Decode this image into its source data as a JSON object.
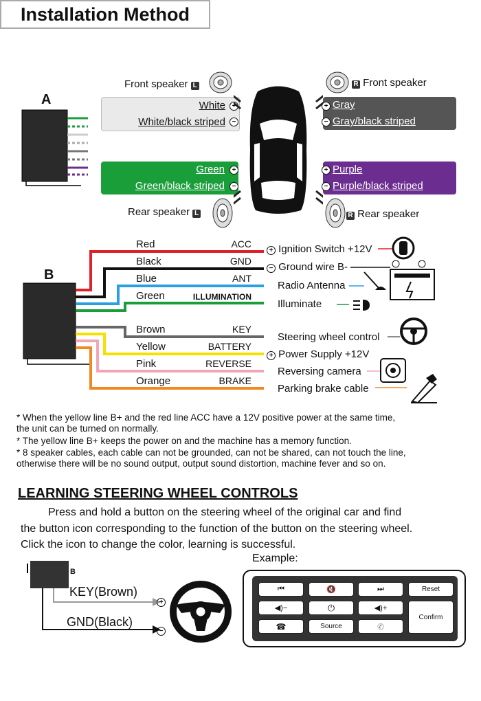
{
  "title": "Installation Method",
  "section_a": {
    "label": "A",
    "front_left": {
      "label": "Front speaker",
      "side": "L"
    },
    "front_right": {
      "label": "Front speaker",
      "side": "R"
    },
    "rear_left": {
      "label": "Rear speaker",
      "side": "L"
    },
    "rear_right": {
      "label": "Rear speaker",
      "side": "R"
    },
    "white": "White",
    "white_black": "White/black striped",
    "gray": "Gray",
    "gray_black": "Gray/black striped",
    "green": "Green",
    "green_black": "Green/black striped",
    "purple": "Purple",
    "purple_black": "Purple/black striped",
    "plus": "+",
    "minus": "−",
    "colors": {
      "white_box": "#e8e8e8",
      "gray_box": "#555555",
      "green_box": "#1a9e3a",
      "purple_box": "#6b2d8f"
    }
  },
  "section_b": {
    "label": "B",
    "wires": [
      {
        "name": "Red",
        "func": "ACC",
        "color": "#e0202a"
      },
      {
        "name": "Black",
        "func": "GND",
        "color": "#111111"
      },
      {
        "name": "Blue",
        "func": "ANT",
        "color": "#2aa0e0"
      },
      {
        "name": "Green",
        "func": "ILLUMINATION",
        "color": "#1a9e3a"
      },
      {
        "name": "Brown",
        "func": "KEY",
        "color": "#666666"
      },
      {
        "name": "Yellow",
        "func": "BATTERY",
        "color": "#f5e000"
      },
      {
        "name": "Pink",
        "func": "REVERSE",
        "color": "#f4a5b5"
      },
      {
        "name": "Orange",
        "func": "BRAKE",
        "color": "#f08a20"
      }
    ],
    "right_labels": [
      "Ignition Switch +12V",
      "Ground wire B-",
      "Radio Antenna",
      "Illuminate",
      "Steering wheel control",
      "Power Supply +12V",
      "Reversing camera",
      "Parking brake cable"
    ]
  },
  "notes": [
    "* When the yellow line B+ and the red line ACC have a 12V positive power at the same time,",
    "   the unit can be turned on normally.",
    "* The yellow line B+ keeps the power on and the machine has a memory function.",
    "* 8 speaker cables, each cable can not be grounded, can not be shared, can not touch the line,",
    "   otherwise there will be no sound output, output sound distortion, machine fever and so on."
  ],
  "learning": {
    "heading": "LEARNING STEERING WHEEL CONTROLS",
    "para": [
      "         Press and hold a button on the steering wheel of the original car and find",
      "the button icon corresponding to the function of the button on the steering wheel.",
      "Click the icon to change the color, learning is successful."
    ],
    "example": "Example:",
    "b_label": "B",
    "key": "KEY(Brown)",
    "gnd": "GND(Black)",
    "plus": "+",
    "minus": "−",
    "buttons": {
      "prev": "⏮",
      "mute": "🔇",
      "next": "⏭",
      "reset": "Reset",
      "vol_down": "◀)−",
      "power": "⏻",
      "vol_up": "◀)+",
      "confirm": "Confirm",
      "hangup": "☎",
      "source": "Source",
      "call": "✆"
    }
  }
}
